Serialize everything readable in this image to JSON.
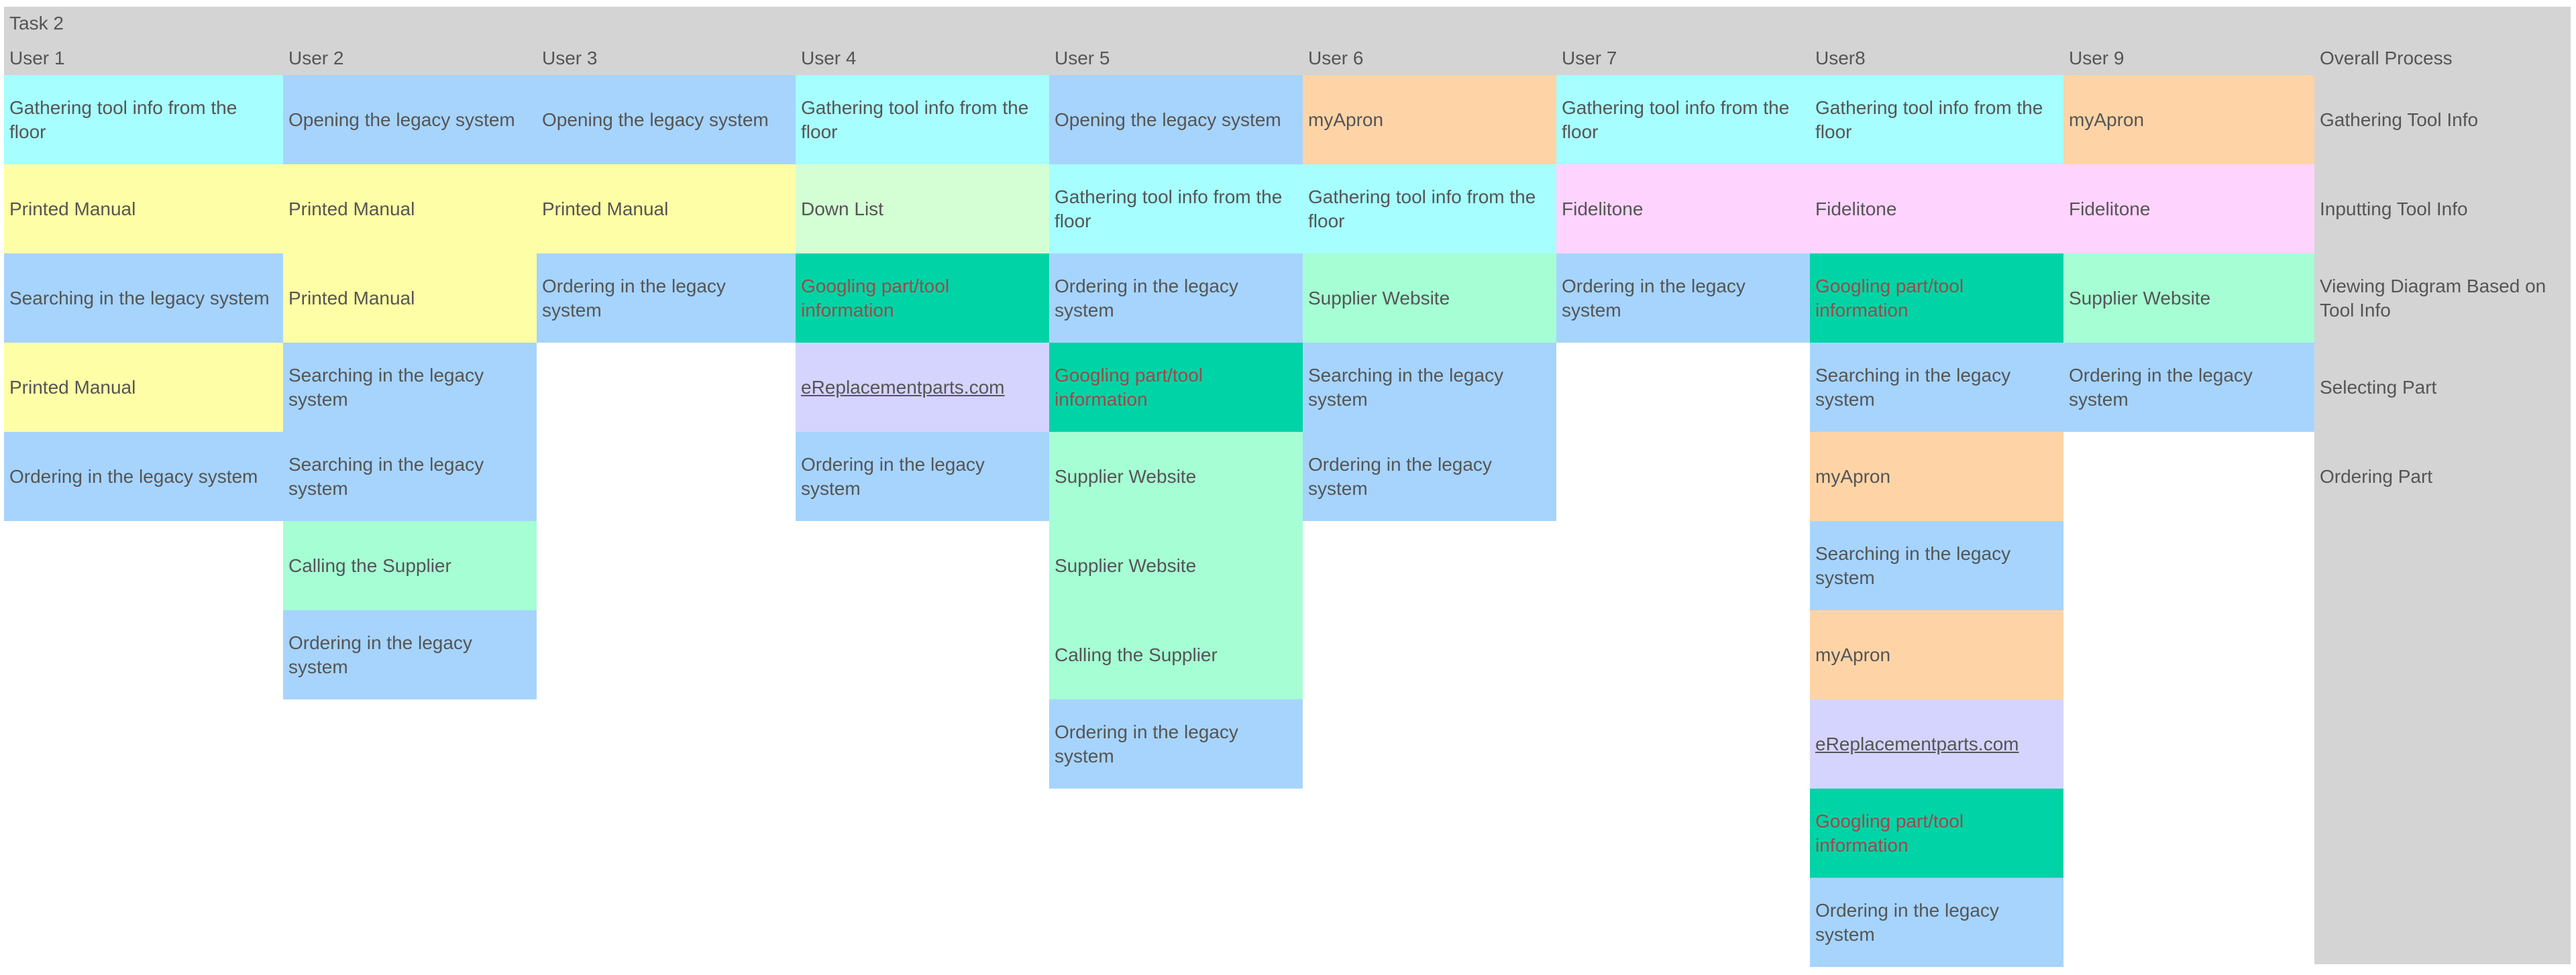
{
  "title": "Task 2",
  "colors": {
    "Opening": "#a6d4fd",
    "Ordering": "#a6d4fd",
    "Searching": "#a6d4fd",
    "Gathering": "#a6fefe",
    "Printed Manual": "#fefea6",
    "Down List": "#d4fed4",
    "Googling": "#00d4a6",
    "eReplacementparts": "#d4d4fe",
    "Supplier": "#a6fed4",
    "myApron": "#fed4a6",
    "Fidelitone": "#fed4fe",
    "header_band": "#d4d4d4"
  },
  "users": [
    {
      "name": "User 1",
      "steps": [
        {
          "label": "Gathering tool info from the floor",
          "category": "Gathering"
        },
        {
          "label": "Printed Manual",
          "category": "Printed Manual"
        },
        {
          "label": "Searching in the legacy system",
          "category": "Searching"
        },
        {
          "label": "Printed Manual",
          "category": "Printed Manual"
        },
        {
          "label": "Ordering in the legacy system",
          "category": "Ordering"
        }
      ]
    },
    {
      "name": "User 2",
      "steps": [
        {
          "label": "Opening the legacy system",
          "category": "Opening"
        },
        {
          "label": "Printed Manual",
          "category": "Printed Manual"
        },
        {
          "label": "Printed Manual",
          "category": "Printed Manual"
        },
        {
          "label": "Searching in the legacy system",
          "category": "Searching"
        },
        {
          "label": "Searching in the legacy system",
          "category": "Searching"
        },
        {
          "label": "Calling the Supplier",
          "category": "Supplier"
        },
        {
          "label": "Ordering in the legacy system",
          "category": "Ordering"
        }
      ]
    },
    {
      "name": "User 3",
      "steps": [
        {
          "label": "Opening the legacy system",
          "category": "Opening"
        },
        {
          "label": "Printed Manual",
          "category": "Printed Manual"
        },
        {
          "label": "Ordering in the legacy system",
          "category": "Ordering"
        }
      ]
    },
    {
      "name": "User 4",
      "steps": [
        {
          "label": "Gathering tool info from the floor",
          "category": "Gathering"
        },
        {
          "label": "Down List",
          "category": "Down List"
        },
        {
          "label": "Googling part/tool information",
          "category": "Googling"
        },
        {
          "label": "eReplacementparts.com",
          "category": "eReplacementparts"
        },
        {
          "label": "Ordering in the legacy system",
          "category": "Ordering"
        }
      ]
    },
    {
      "name": "User 5",
      "steps": [
        {
          "label": "Opening the legacy system",
          "category": "Opening"
        },
        {
          "label": "Gathering tool info from the floor",
          "category": "Gathering"
        },
        {
          "label": "Ordering in the legacy system",
          "category": "Ordering"
        },
        {
          "label": "Googling part/tool information",
          "category": "Googling"
        },
        {
          "label": "Supplier Website",
          "category": "Supplier"
        },
        {
          "label": "Supplier Website",
          "category": "Supplier"
        },
        {
          "label": "Calling the Supplier",
          "category": "Supplier"
        },
        {
          "label": "Ordering in the legacy system",
          "category": "Ordering"
        }
      ]
    },
    {
      "name": "User 6",
      "steps": [
        {
          "label": "myApron",
          "category": "myApron"
        },
        {
          "label": "Gathering tool info from the floor",
          "category": "Gathering"
        },
        {
          "label": "Supplier Website",
          "category": "Supplier"
        },
        {
          "label": "Searching in the legacy system",
          "category": "Searching"
        },
        {
          "label": "Ordering in the legacy system",
          "category": "Ordering"
        }
      ]
    },
    {
      "name": "User 7",
      "steps": [
        {
          "label": "Gathering tool info from the floor",
          "category": "Gathering"
        },
        {
          "label": "Fidelitone",
          "category": "Fidelitone"
        },
        {
          "label": "Ordering in the legacy system",
          "category": "Ordering"
        }
      ]
    },
    {
      "name": "User8",
      "steps": [
        {
          "label": "Gathering tool info from the floor",
          "category": "Gathering"
        },
        {
          "label": "Fidelitone",
          "category": "Fidelitone"
        },
        {
          "label": "Googling part/tool information",
          "category": "Googling"
        },
        {
          "label": "Searching in the legacy system",
          "category": "Searching"
        },
        {
          "label": "myApron",
          "category": "myApron"
        },
        {
          "label": "Searching in the legacy system",
          "category": "Searching"
        },
        {
          "label": "myApron",
          "category": "myApron"
        },
        {
          "label": "eReplacementparts.com",
          "category": "eReplacementparts"
        },
        {
          "label": "Googling part/tool information",
          "category": "Googling"
        },
        {
          "label": "Ordering in the legacy system",
          "category": "Ordering"
        }
      ]
    },
    {
      "name": "User 9",
      "steps": [
        {
          "label": "myApron",
          "category": "myApron"
        },
        {
          "label": "Fidelitone",
          "category": "Fidelitone"
        },
        {
          "label": "Supplier Website",
          "category": "Supplier"
        },
        {
          "label": "Ordering in the legacy system",
          "category": "Ordering"
        }
      ]
    }
  ],
  "overall": {
    "name": "Overall Process",
    "steps": [
      "Gathering Tool Info",
      "Inputting Tool Info",
      "Viewing Diagram Based on Tool Info",
      "Selecting Part",
      "Ordering Part"
    ]
  }
}
